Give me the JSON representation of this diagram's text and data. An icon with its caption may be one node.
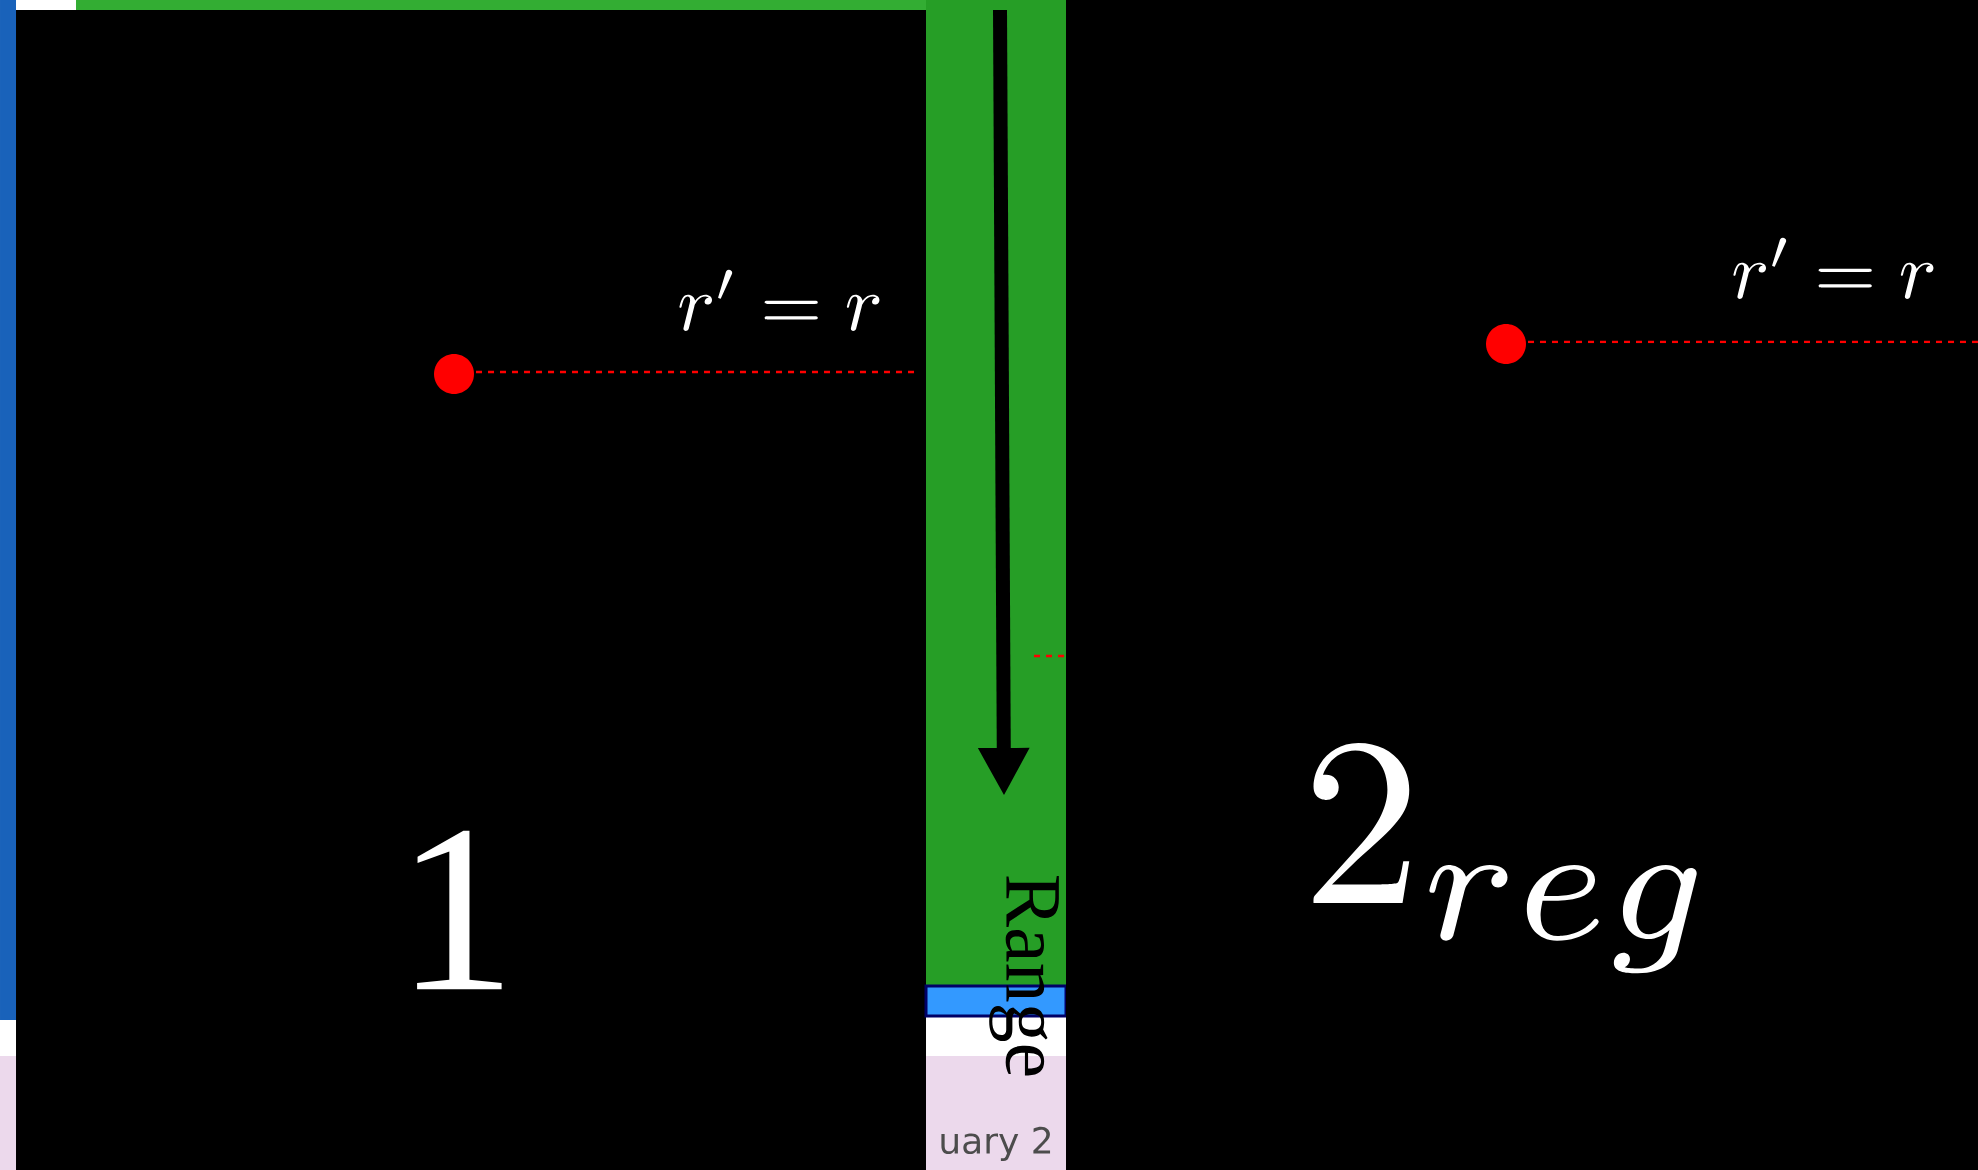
{
  "diagram": {
    "labels": [
      "r' = r",
      "1",
      "Range",
      "uary 2",
      "r' = r",
      "2_{reg}"
    ]
  }
}
